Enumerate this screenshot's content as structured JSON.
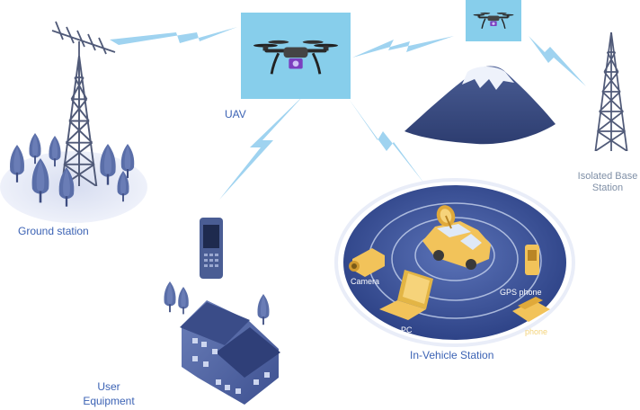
{
  "labels": {
    "uav": "UAV",
    "ground_station": "Ground station",
    "isolated_base_station_line1": "Isolated Base",
    "isolated_base_station_line2": "Station",
    "user_equipment_line1": "User",
    "user_equipment_line2": "Equipment",
    "in_vehicle_station": "In-Vehicle Station",
    "camera": "Camera",
    "pc": "PC",
    "gps_phone": "GPS phone",
    "phone": "phone"
  },
  "colors": {
    "uav_box": "#87ceeb",
    "signal": "#9fd3f0",
    "equipment": "#4a5d94",
    "device_yellow": "#f2c35a",
    "label_blue": "#3b62b4",
    "label_gray": "#7f8fa6"
  },
  "icons": [
    "antenna-tower-icon",
    "drone-icon",
    "mountain-icon",
    "car-icon",
    "satellite-dish-icon",
    "camera-icon",
    "laptop-icon",
    "gps-phone-icon",
    "desk-phone-icon",
    "mobile-phone-icon",
    "house-icon",
    "tree-icon",
    "lightning-signal-icon"
  ]
}
